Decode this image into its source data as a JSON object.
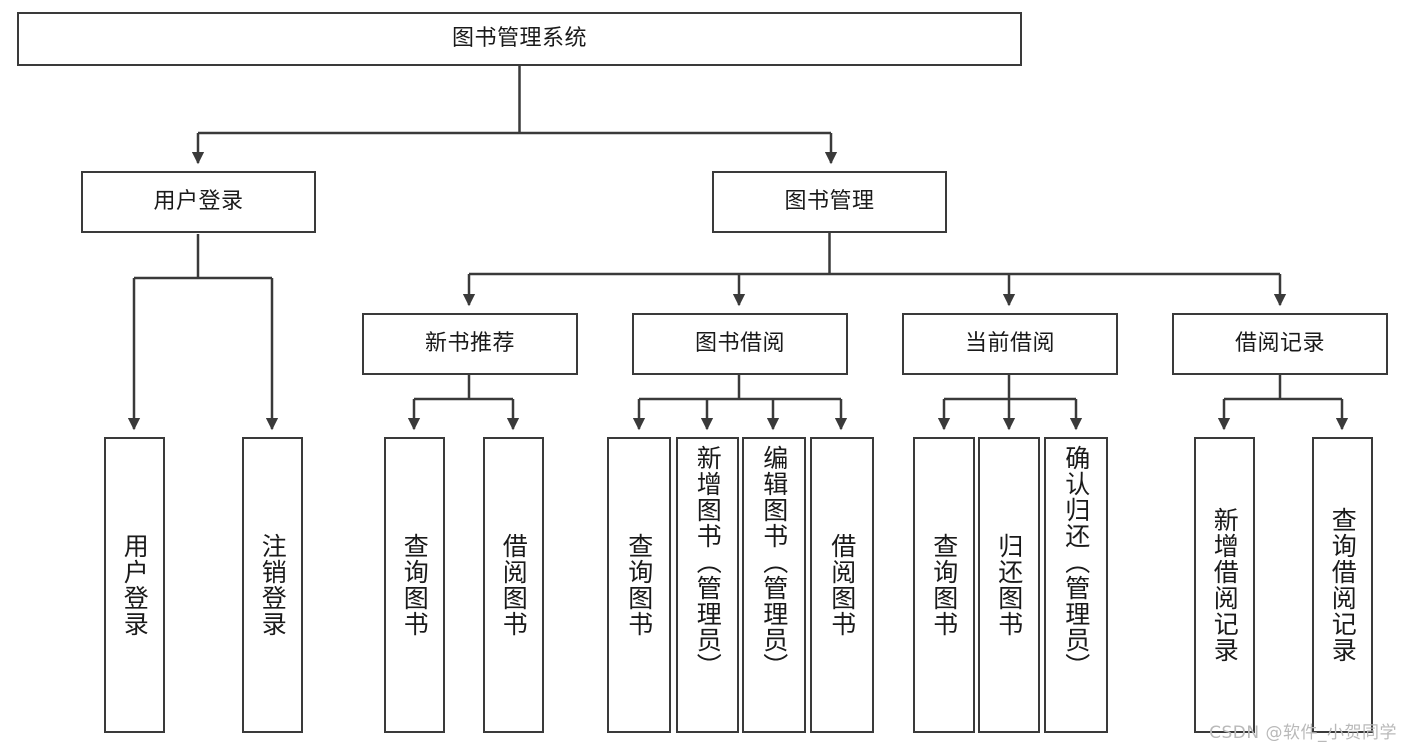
{
  "diagram": {
    "title": "图书管理系统",
    "type": "tree-hierarchy-chart",
    "watermark": "CSDN @软件_小贺同学",
    "colors": {
      "border": "#3a3a3a",
      "text": "#1a1a1a",
      "background": "#ffffff",
      "watermark": "#b9b9b9"
    },
    "root": {
      "label": "图书管理系统"
    },
    "level2": [
      {
        "label": "用户登录"
      },
      {
        "label": "图书管理"
      }
    ],
    "level3": [
      {
        "label": "新书推荐"
      },
      {
        "label": "图书借阅"
      },
      {
        "label": "当前借阅"
      },
      {
        "label": "借阅记录"
      }
    ],
    "leaves": {
      "user_login": [
        {
          "label": "用户登录"
        },
        {
          "label": "注销登录"
        }
      ],
      "new_book_recommend": [
        {
          "label": "查询图书"
        },
        {
          "label": "借阅图书"
        }
      ],
      "book_borrow": [
        {
          "label": "查询图书"
        },
        {
          "label": "新增图书（管理员）"
        },
        {
          "label": "编辑图书（管理员）"
        },
        {
          "label": "借阅图书"
        }
      ],
      "current_borrow": [
        {
          "label": "查询图书"
        },
        {
          "label": "归还图书"
        },
        {
          "label": "确认归还（管理员）"
        }
      ],
      "borrow_record": [
        {
          "label": "新增借阅记录"
        },
        {
          "label": "查询借阅记录"
        }
      ]
    }
  }
}
